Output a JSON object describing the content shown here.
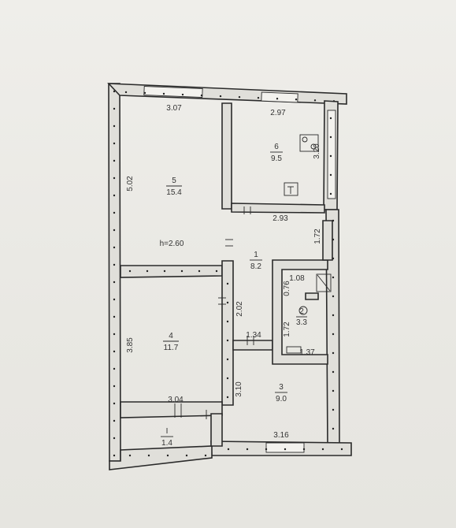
{
  "rooms": [
    {
      "number": "5",
      "area": "15.4"
    },
    {
      "number": "6",
      "area": "9.5"
    },
    {
      "number": "1",
      "area": "8.2"
    },
    {
      "number": "4",
      "area": "11.7"
    },
    {
      "number": "3",
      "area": "9.0"
    },
    {
      "number": "I",
      "area": "1.4"
    },
    {
      "number": "2",
      "area": "3.3"
    }
  ],
  "ceiling_height": "h=2.60",
  "dimensions": {
    "top_left_width": "3.07",
    "top_right_width": "2.97",
    "room6_depth": "3.20",
    "left_height": "5.02",
    "room6_bottom": "2.93",
    "hall_right": "1.72",
    "bath_top": "1.08",
    "bath_side": "0.76",
    "hall_left": "2.02",
    "bath_height": "1.72",
    "hall_width": "1.34",
    "bath_bottom": "1.37",
    "room4_height": "3.85",
    "room3_height": "3.10",
    "room4_width": "3.04",
    "room3_width": "3.16"
  }
}
